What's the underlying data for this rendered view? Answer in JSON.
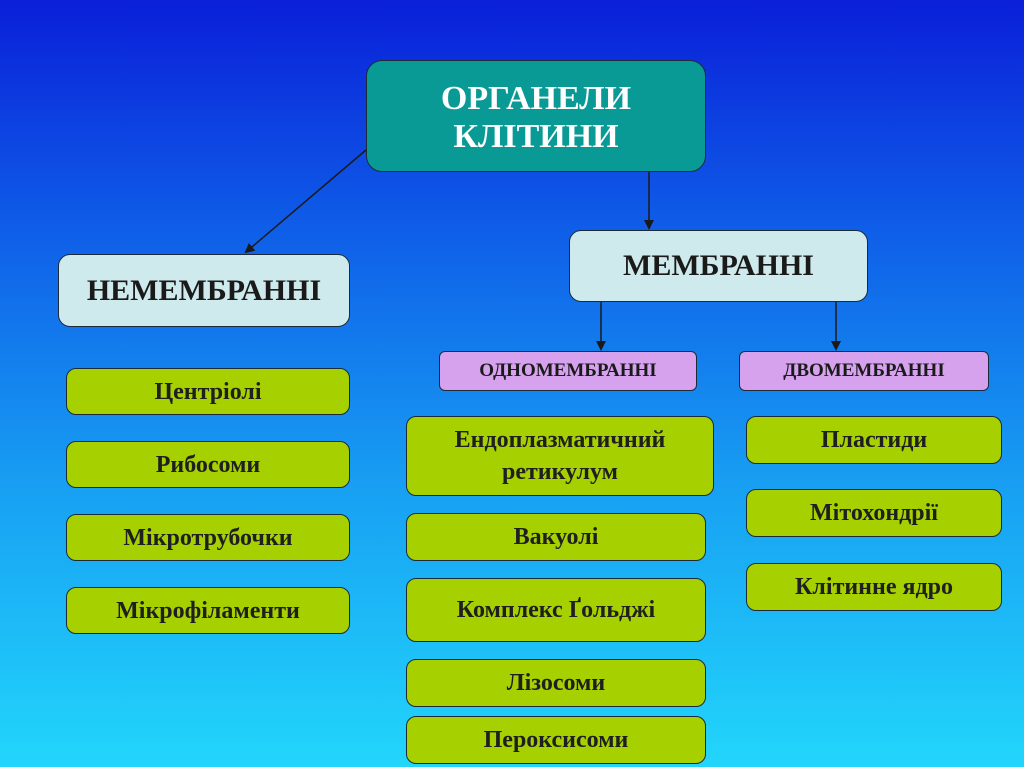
{
  "root": "ОРГАНЕЛИ КЛІТИНИ",
  "nonmembrane": {
    "title": "НЕМЕМБРАННІ",
    "items": [
      "Центріолі",
      "Рибосоми",
      "Мікротрубочки",
      "Мікрофіламенти"
    ]
  },
  "membrane": {
    "title": "МЕМБРАННІ",
    "single": {
      "title": "ОДНОМЕМБРАННІ",
      "items": [
        "Ендоплазматичний ретикулум",
        "Вакуолі",
        "Комплекс Ґольджі",
        "Лізосоми",
        "Пероксисоми"
      ]
    },
    "double": {
      "title": "ДВОМЕМБРАННІ",
      "items": [
        "Пластиди",
        "Мітохондрії",
        "Клітинне ядро"
      ]
    }
  },
  "colors": {
    "root": "#0a9a96",
    "category": "#cfeaec",
    "subcategory": "#d6a2ee",
    "item": "#a6d000"
  }
}
